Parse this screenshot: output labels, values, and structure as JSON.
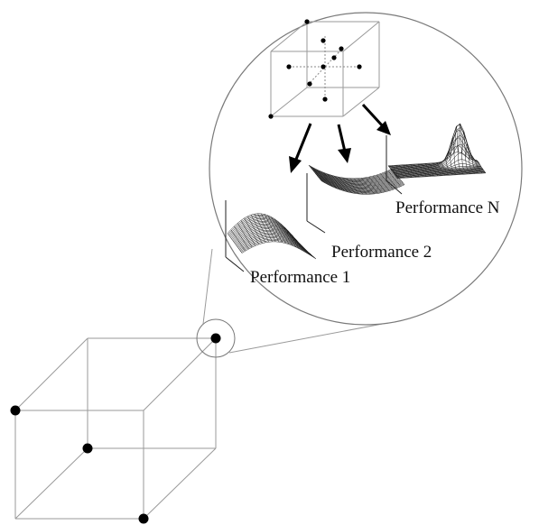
{
  "figure": {
    "labels": {
      "performance_1": "Performance 1",
      "performance_2": "Performance 2",
      "performance_n": "Performance N"
    }
  }
}
